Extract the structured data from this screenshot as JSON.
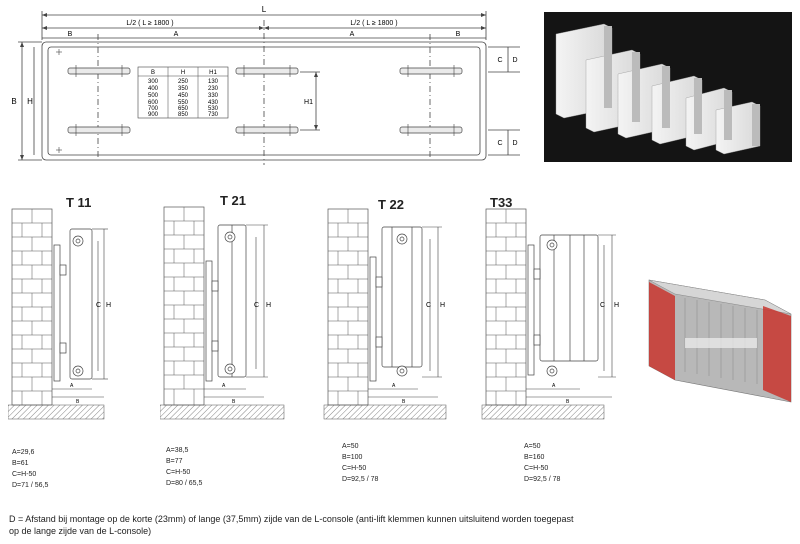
{
  "top_diagram": {
    "dim_L": "L",
    "dim_half_left": "L/2 ( L ≥ 1800 )",
    "dim_half_right": "L/2 ( L ≥ 1800 )",
    "dim_B_left": "B",
    "dim_A_left": "A",
    "dim_A_right": "A",
    "dim_B_right": "B",
    "dim_B_side": "B",
    "dim_H_side": "H",
    "dim_H1": "H1",
    "dim_C_top": "C",
    "dim_D_top": "D",
    "dim_C_bottom": "C",
    "dim_D_bottom": "D",
    "table": {
      "headers": [
        "B",
        "H",
        "H1"
      ],
      "rows": [
        [
          "300",
          "250",
          "130"
        ],
        [
          "400",
          "350",
          "230"
        ],
        [
          "500",
          "450",
          "330"
        ],
        [
          "600",
          "550",
          "430"
        ],
        [
          "700",
          "650",
          "530"
        ],
        [
          "900",
          "850",
          "730"
        ]
      ]
    }
  },
  "sections": [
    {
      "id": "t11",
      "title": "T 11",
      "label_C": "C",
      "label_H": "H",
      "label_A": "A",
      "label_B": "B",
      "specs": [
        "A=29,6",
        "B=61",
        "C=H-50",
        "D=71 / 56,5"
      ]
    },
    {
      "id": "t21",
      "title": "T 21",
      "label_C": "C",
      "label_H": "H",
      "label_A": "A",
      "label_B": "B",
      "specs": [
        "A=38,5",
        "B=77",
        "C=H-50",
        "D=80 / 65,5"
      ]
    },
    {
      "id": "t22",
      "title": "T 22",
      "label_C": "C",
      "label_H": "H",
      "label_A": "A",
      "label_B": "B",
      "specs": [
        "A=50",
        "B=100",
        "C=H-50",
        "D=92,5 / 78"
      ]
    },
    {
      "id": "t33",
      "title": "T33",
      "label_C": "C",
      "label_H": "H",
      "label_A": "A",
      "label_B": "B",
      "specs": [
        "A=50",
        "B=160",
        "C=H-50",
        "D=92,5 / 78"
      ]
    }
  ],
  "footnote": {
    "line1": "D = Afstand bij montage op de korte (23mm) of lange (37,5mm) zijde van de L-console (anti-lift klemmen kunnen uitsluitend worden toegepast",
    "line2": "op de lange zijde van de L-console)"
  },
  "colors": {
    "line": "#444444",
    "brick": "#555555",
    "photo_bg": "#141414",
    "pack_plastic": "#b8b8b8",
    "pack_label": "#c8352e"
  }
}
